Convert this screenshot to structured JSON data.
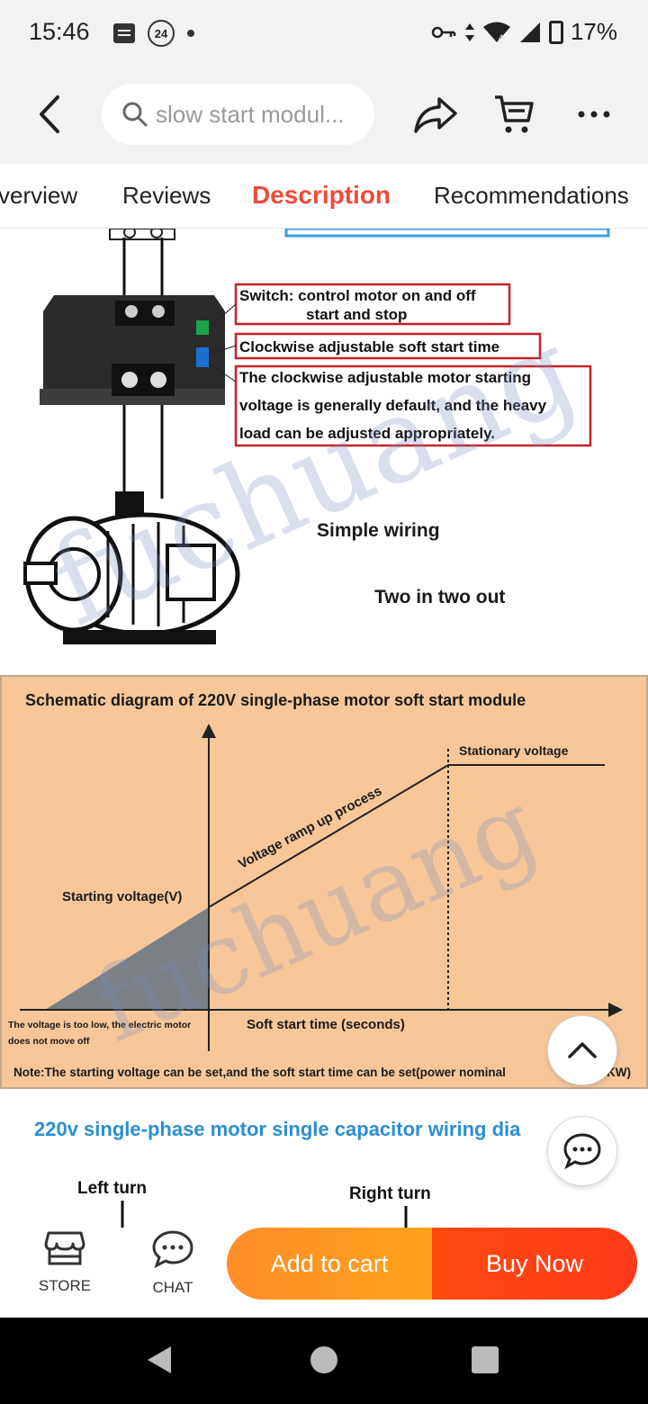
{
  "status_bar": {
    "time": "15:46",
    "notification_badge": "24",
    "battery": "17%",
    "icons": [
      "message-icon",
      "key-icon",
      "data-arrows-icon",
      "wifi-icon",
      "signal-icon",
      "battery-icon"
    ]
  },
  "top_nav": {
    "search_text": "slow start modul...",
    "icons": [
      "back-arrow-icon",
      "search-icon",
      "share-icon",
      "cart-icon",
      "more-icon"
    ]
  },
  "tabs": [
    {
      "label": "verview"
    },
    {
      "label": "Reviews"
    },
    {
      "label": "Description",
      "active": true
    },
    {
      "label": "Recommendations"
    }
  ],
  "wiring": {
    "callout_switch": "Switch: control motor on and off",
    "callout_switch_2": "start and stop",
    "callout_clockwise": "Clockwise adjustable soft start time",
    "callout_voltage_1": "The clockwise adjustable motor starting",
    "callout_voltage_2": "voltage is generally default, and the heavy",
    "callout_voltage_3": "load can be adjusted appropriately.",
    "simple_wiring": "Simple wiring",
    "two_in_two_out": "Two in two out"
  },
  "chart": {
    "title": "Schematic diagram of 220V single-phase motor soft start module",
    "stationary": "Stationary voltage",
    "ramp": "Voltage ramp up process",
    "starting": "Starting voltage(V)",
    "soft_start_time": "Soft start time (seconds)",
    "low_voltage_1": "The voltage is too low, the electric motor",
    "low_voltage_2": "does not move off",
    "note": "Note:The starting voltage can be set,and the soft start time can be set(power nominal",
    "note_end": "KW)"
  },
  "capacitor": {
    "title": "220v single-phase motor single capacitor wiring dia",
    "left_turn": "Left turn",
    "right_turn": "Right turn"
  },
  "watermark": "fuchuang",
  "bottom_bar": {
    "store": "STORE",
    "chat": "CHAT",
    "add_to_cart": "Add to cart",
    "buy_now": "Buy Now"
  },
  "colors": {
    "accent": "#f04a37",
    "cart_button": "#ff9520",
    "buy_button": "#ff4515",
    "chart_bg": "#f7c79a",
    "caption_blue": "#2b8ed4"
  }
}
